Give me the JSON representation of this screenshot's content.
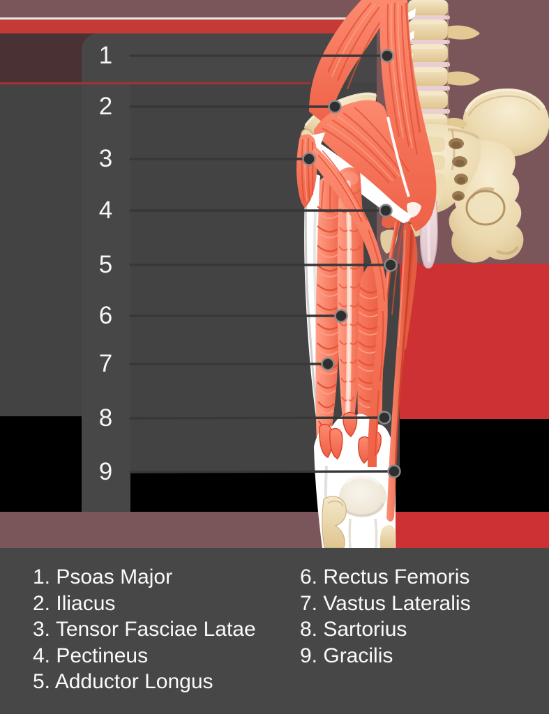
{
  "quiz": {
    "number_labels": [
      "1",
      "2",
      "3",
      "4",
      "5",
      "6",
      "7",
      "8",
      "9"
    ]
  },
  "answer_key": {
    "left_column": [
      "1. Psoas Major",
      "2. Iliacus",
      "3. Tensor Fasciae Latae",
      "4. Pectineus",
      "5. Adductor Longus"
    ],
    "right_column": [
      "6. Rectus Femoris",
      "7. Vastus Lateralis",
      "8. Sartorius",
      "9. Gracilis"
    ]
  },
  "colors": {
    "background_gray": "#434343",
    "panel_gray": "#474747",
    "maroon": "#7A565A",
    "dark_maroon": "#4A3134",
    "accent_red": "#CE3133",
    "top_red_strip": "#C33A36",
    "black": "#000000",
    "text_white": "#FAFAFA",
    "muscle_salmon": "#F4705A",
    "bone_tan": "#EBD7AE",
    "ligament_pink": "#E6D0D5",
    "leader_line": "#383838"
  }
}
